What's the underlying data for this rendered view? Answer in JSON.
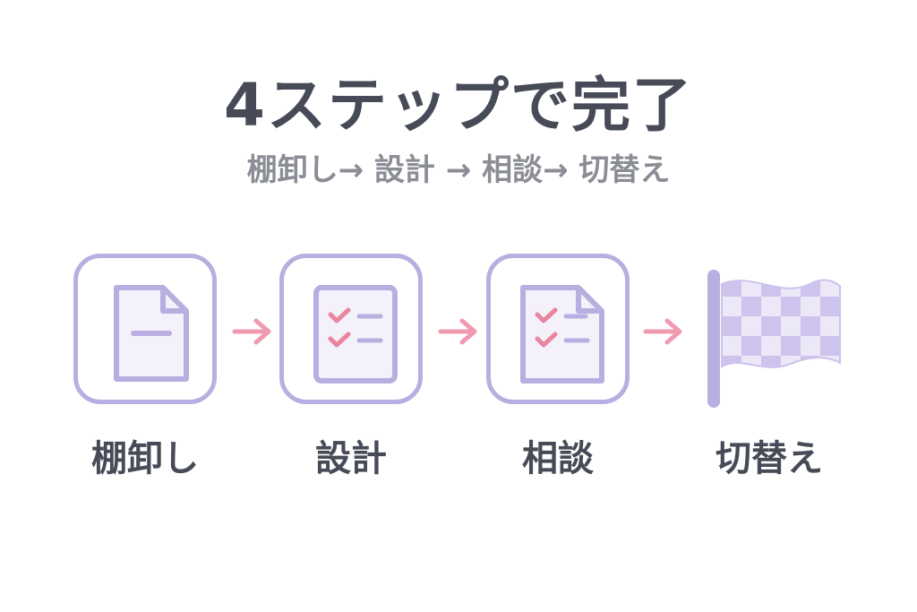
{
  "title": "4ステップで完了",
  "subtitle": "棚卸し→ 設計 → 相談→ 切替え",
  "steps": [
    {
      "label": "棚卸し",
      "icon": "document-icon"
    },
    {
      "label": "設計",
      "icon": "checklist-icon"
    },
    {
      "label": "相談",
      "icon": "checklist-document-icon"
    },
    {
      "label": "切替え",
      "icon": "checkered-flag-icon"
    }
  ],
  "colors": {
    "icon_stroke": "#b9aee0",
    "check": "#e9859e",
    "arrow": "#f09ab0",
    "text_dark": "#464b57",
    "text_gray": "#8a8d94"
  }
}
